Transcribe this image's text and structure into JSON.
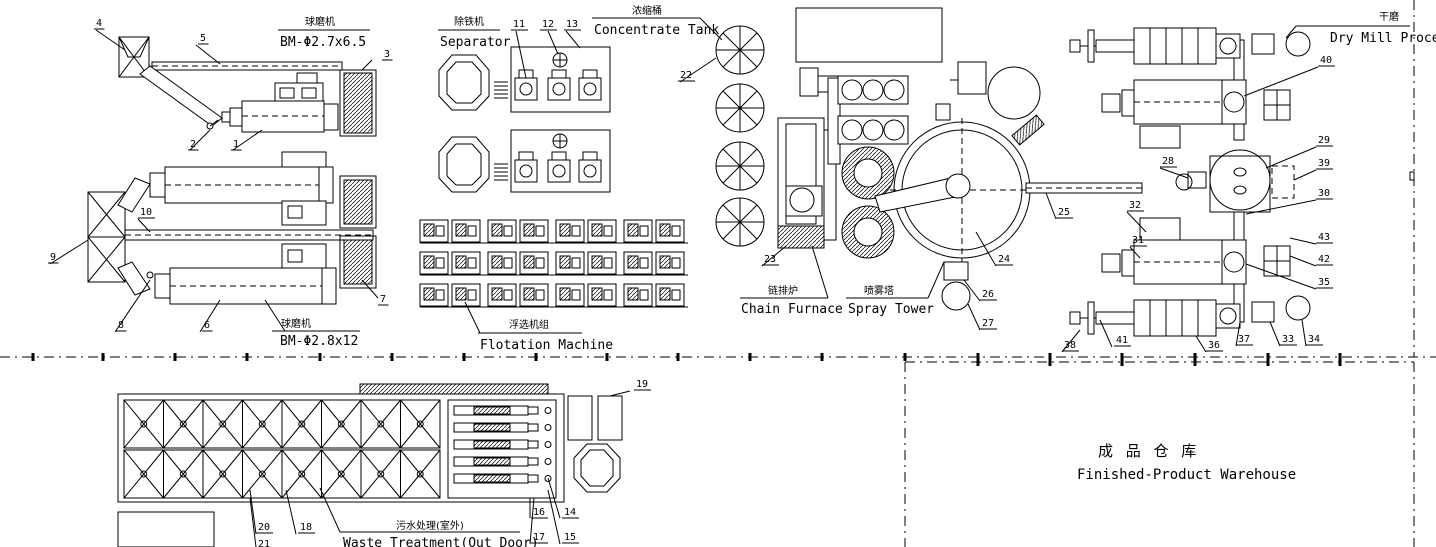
{
  "labels": {
    "ball_mill_top_cn": "球磨机",
    "ball_mill_top_spec": "BM-Φ2.7x6.5",
    "ball_mill_bottom_cn": "球磨机",
    "ball_mill_bottom_spec": "BM-Φ2.8x12",
    "separator_cn": "除铁机",
    "separator_en": "Separator",
    "concentrate_cn": "浓缩桶",
    "concentrate_en": "Concentrate Tank",
    "flotation_cn": "浮选机组",
    "flotation_en": "Flotation Machine",
    "chain_cn": "链排炉",
    "chain_en": "Chain Furnace",
    "spray_cn": "喷雾塔",
    "spray_en": "Spray Tower",
    "drymill_cn": "干磨",
    "drymill_en": "Dry Mill Process",
    "warehouse_cn": "成 品 仓 库",
    "warehouse_en": "Finished-Product Warehouse",
    "waste_cn": "污水处理(室外)",
    "waste_en": "Waste Treatment(Out Door)"
  },
  "callouts": [
    "1",
    "2",
    "3",
    "4",
    "5",
    "6",
    "7",
    "8",
    "9",
    "10",
    "11",
    "12",
    "13",
    "14",
    "15",
    "16",
    "17",
    "18",
    "19",
    "20",
    "21",
    "22",
    "23",
    "24",
    "25",
    "26",
    "27",
    "28",
    "29",
    "30",
    "31",
    "32",
    "33",
    "34",
    "35",
    "36",
    "37",
    "38",
    "39",
    "40",
    "41",
    "42",
    "43"
  ]
}
